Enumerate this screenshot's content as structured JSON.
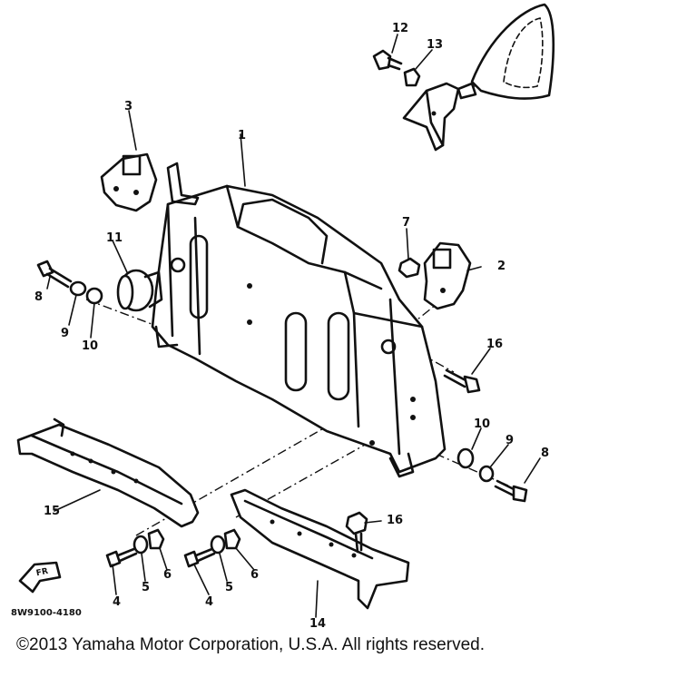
{
  "diagram": {
    "part_numbers": [
      "1",
      "2",
      "3",
      "4",
      "5",
      "6",
      "7",
      "8",
      "9",
      "10",
      "11",
      "12",
      "13",
      "14",
      "15",
      "16"
    ],
    "labels": {
      "l1": "1",
      "l2": "2",
      "l3": "3",
      "l4a": "4",
      "l4b": "4",
      "l5a": "5",
      "l5b": "5",
      "l6a": "6",
      "l6b": "6",
      "l7": "7",
      "l8a": "8",
      "l8b": "8",
      "l9a": "9",
      "l9b": "9",
      "l10a": "10",
      "l10b": "10",
      "l11": "11",
      "l12": "12",
      "l13": "13",
      "l14": "14",
      "l15": "15",
      "l16a": "16",
      "l16b": "16"
    },
    "front_arrow": "FR",
    "diagram_code": "8W9100-4180",
    "copyright": "©2013 Yamaha Motor Corporation, U.S.A. All rights reserved."
  }
}
